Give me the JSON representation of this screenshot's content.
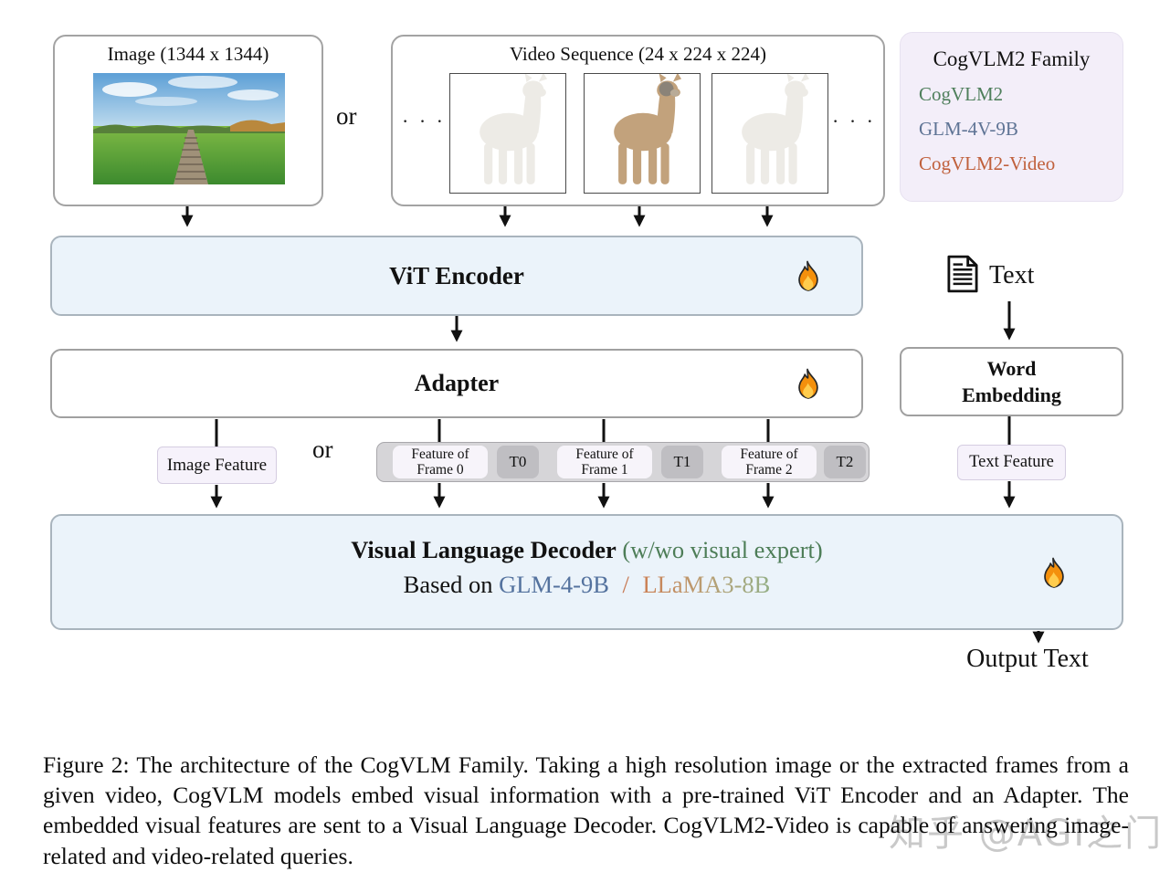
{
  "inputs": {
    "image_box_title": "Image (1344 x 1344)",
    "or_top": "or",
    "video_box_title": "Video Sequence (24 x 224 x 224)",
    "ellipsis_left": "· · ·",
    "ellipsis_right": "· · ·"
  },
  "family": {
    "title": "CogVLM2 Family",
    "models": [
      {
        "name": "CogVLM2"
      },
      {
        "name": "GLM-4V-9B"
      },
      {
        "name": "CogVLM2-Video"
      }
    ]
  },
  "blocks": {
    "vit_encoder": "ViT Encoder",
    "adapter": "Adapter",
    "text_label": "Text",
    "word_embedding_line1": "Word",
    "word_embedding_line2": "Embedding",
    "output_text": "Output Text"
  },
  "features": {
    "image_feature": "Image Feature",
    "or_label": "or",
    "frames": [
      {
        "line1": "Feature of",
        "line2": "Frame 0",
        "token": "T0"
      },
      {
        "line1": "Feature of",
        "line2": "Frame 1",
        "token": "T1"
      },
      {
        "line1": "Feature of",
        "line2": "Frame 2",
        "token": "T2"
      }
    ],
    "text_feature": "Text Feature"
  },
  "decoder": {
    "title_main": "Visual Language Decoder",
    "title_note": "(w/wo visual expert)",
    "based_on": "Based on",
    "model_a": "GLM-4-9B",
    "separator": "/",
    "model_b": "LLaMA3-8B"
  },
  "caption": "Figure 2: The architecture of the CogVLM Family. Taking a high resolution image or the extracted frames from a given video, CogVLM models embed visual information with a pre-trained ViT Encoder and an Adapter. The embedded visual features are sent to a Visual Language Decoder. CogVLM2-Video is capable of answering image-related and video-related queries.",
  "watermark": "知乎 @AGI之门",
  "colors": {
    "cogvlm2_green": "#4f7f5c",
    "glm_4v_9b_blue": "#5f7495",
    "cogvlm2_video_orange": "#c0603c",
    "visual_expert_note_green": "#4d7d57",
    "glm_4_9b_blue": "#54729e",
    "llama_gradient_start": "#cb7f53",
    "llama_gradient_end": "#93ae85",
    "encoder_decoder_fill": "#ebf3fa",
    "legend_feature_fill": "#f3eef9",
    "token_gray": "#bfbec2"
  }
}
